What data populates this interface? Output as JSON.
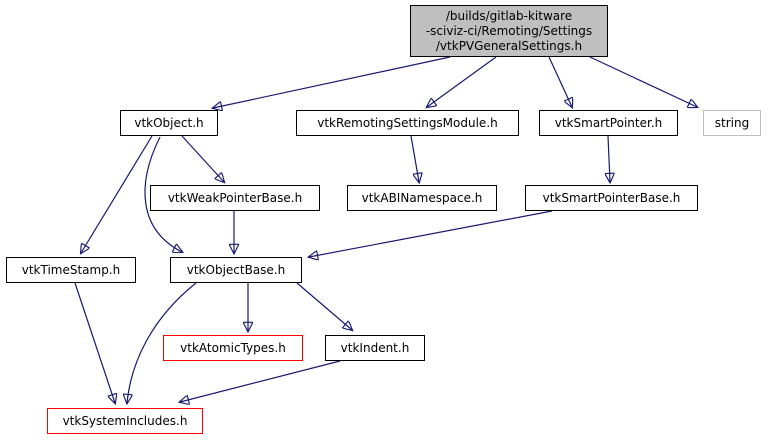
{
  "diagram": {
    "type": "include-dependency-graph",
    "colors": {
      "edge": "#191970",
      "node_border": "#000000",
      "root_fill": "#bfbfbf",
      "truncated_border": "#ff0000",
      "external_border": "#c0c0c0",
      "node_fill": "#ffffff",
      "text": "#000000"
    },
    "nodes": [
      {
        "id": "root",
        "label": "/builds/gitlab-kitware\n-sciviz-ci/Remoting/Settings\n/vtkPVGeneralSettings.h",
        "type": "root"
      },
      {
        "id": "vtkObject",
        "label": "vtkObject.h",
        "type": "normal"
      },
      {
        "id": "vtkRemotingSettingsModule",
        "label": "vtkRemotingSettingsModule.h",
        "type": "normal"
      },
      {
        "id": "vtkSmartPointer",
        "label": "vtkSmartPointer.h",
        "type": "normal"
      },
      {
        "id": "string",
        "label": "string",
        "type": "external"
      },
      {
        "id": "vtkWeakPointerBase",
        "label": "vtkWeakPointerBase.h",
        "type": "normal"
      },
      {
        "id": "vtkABINamespace",
        "label": "vtkABINamespace.h",
        "type": "normal"
      },
      {
        "id": "vtkSmartPointerBase",
        "label": "vtkSmartPointerBase.h",
        "type": "normal"
      },
      {
        "id": "vtkTimeStamp",
        "label": "vtkTimeStamp.h",
        "type": "normal"
      },
      {
        "id": "vtkObjectBase",
        "label": "vtkObjectBase.h",
        "type": "normal"
      },
      {
        "id": "vtkAtomicTypes",
        "label": "vtkAtomicTypes.h",
        "type": "truncated"
      },
      {
        "id": "vtkIndent",
        "label": "vtkIndent.h",
        "type": "normal"
      },
      {
        "id": "vtkSystemIncludes",
        "label": "vtkSystemIncludes.h",
        "type": "truncated"
      }
    ],
    "edges": [
      {
        "from": "root",
        "to": "vtkObject"
      },
      {
        "from": "root",
        "to": "vtkRemotingSettingsModule"
      },
      {
        "from": "root",
        "to": "vtkSmartPointer"
      },
      {
        "from": "root",
        "to": "string"
      },
      {
        "from": "vtkObject",
        "to": "vtkTimeStamp"
      },
      {
        "from": "vtkObject",
        "to": "vtkObjectBase"
      },
      {
        "from": "vtkObject",
        "to": "vtkWeakPointerBase"
      },
      {
        "from": "vtkRemotingSettingsModule",
        "to": "vtkABINamespace"
      },
      {
        "from": "vtkSmartPointer",
        "to": "vtkSmartPointerBase"
      },
      {
        "from": "vtkWeakPointerBase",
        "to": "vtkObjectBase"
      },
      {
        "from": "vtkSmartPointerBase",
        "to": "vtkObjectBase"
      },
      {
        "from": "vtkObjectBase",
        "to": "vtkAtomicTypes"
      },
      {
        "from": "vtkObjectBase",
        "to": "vtkIndent"
      },
      {
        "from": "vtkObjectBase",
        "to": "vtkSystemIncludes"
      },
      {
        "from": "vtkTimeStamp",
        "to": "vtkSystemIncludes"
      },
      {
        "from": "vtkIndent",
        "to": "vtkSystemIncludes"
      }
    ]
  }
}
